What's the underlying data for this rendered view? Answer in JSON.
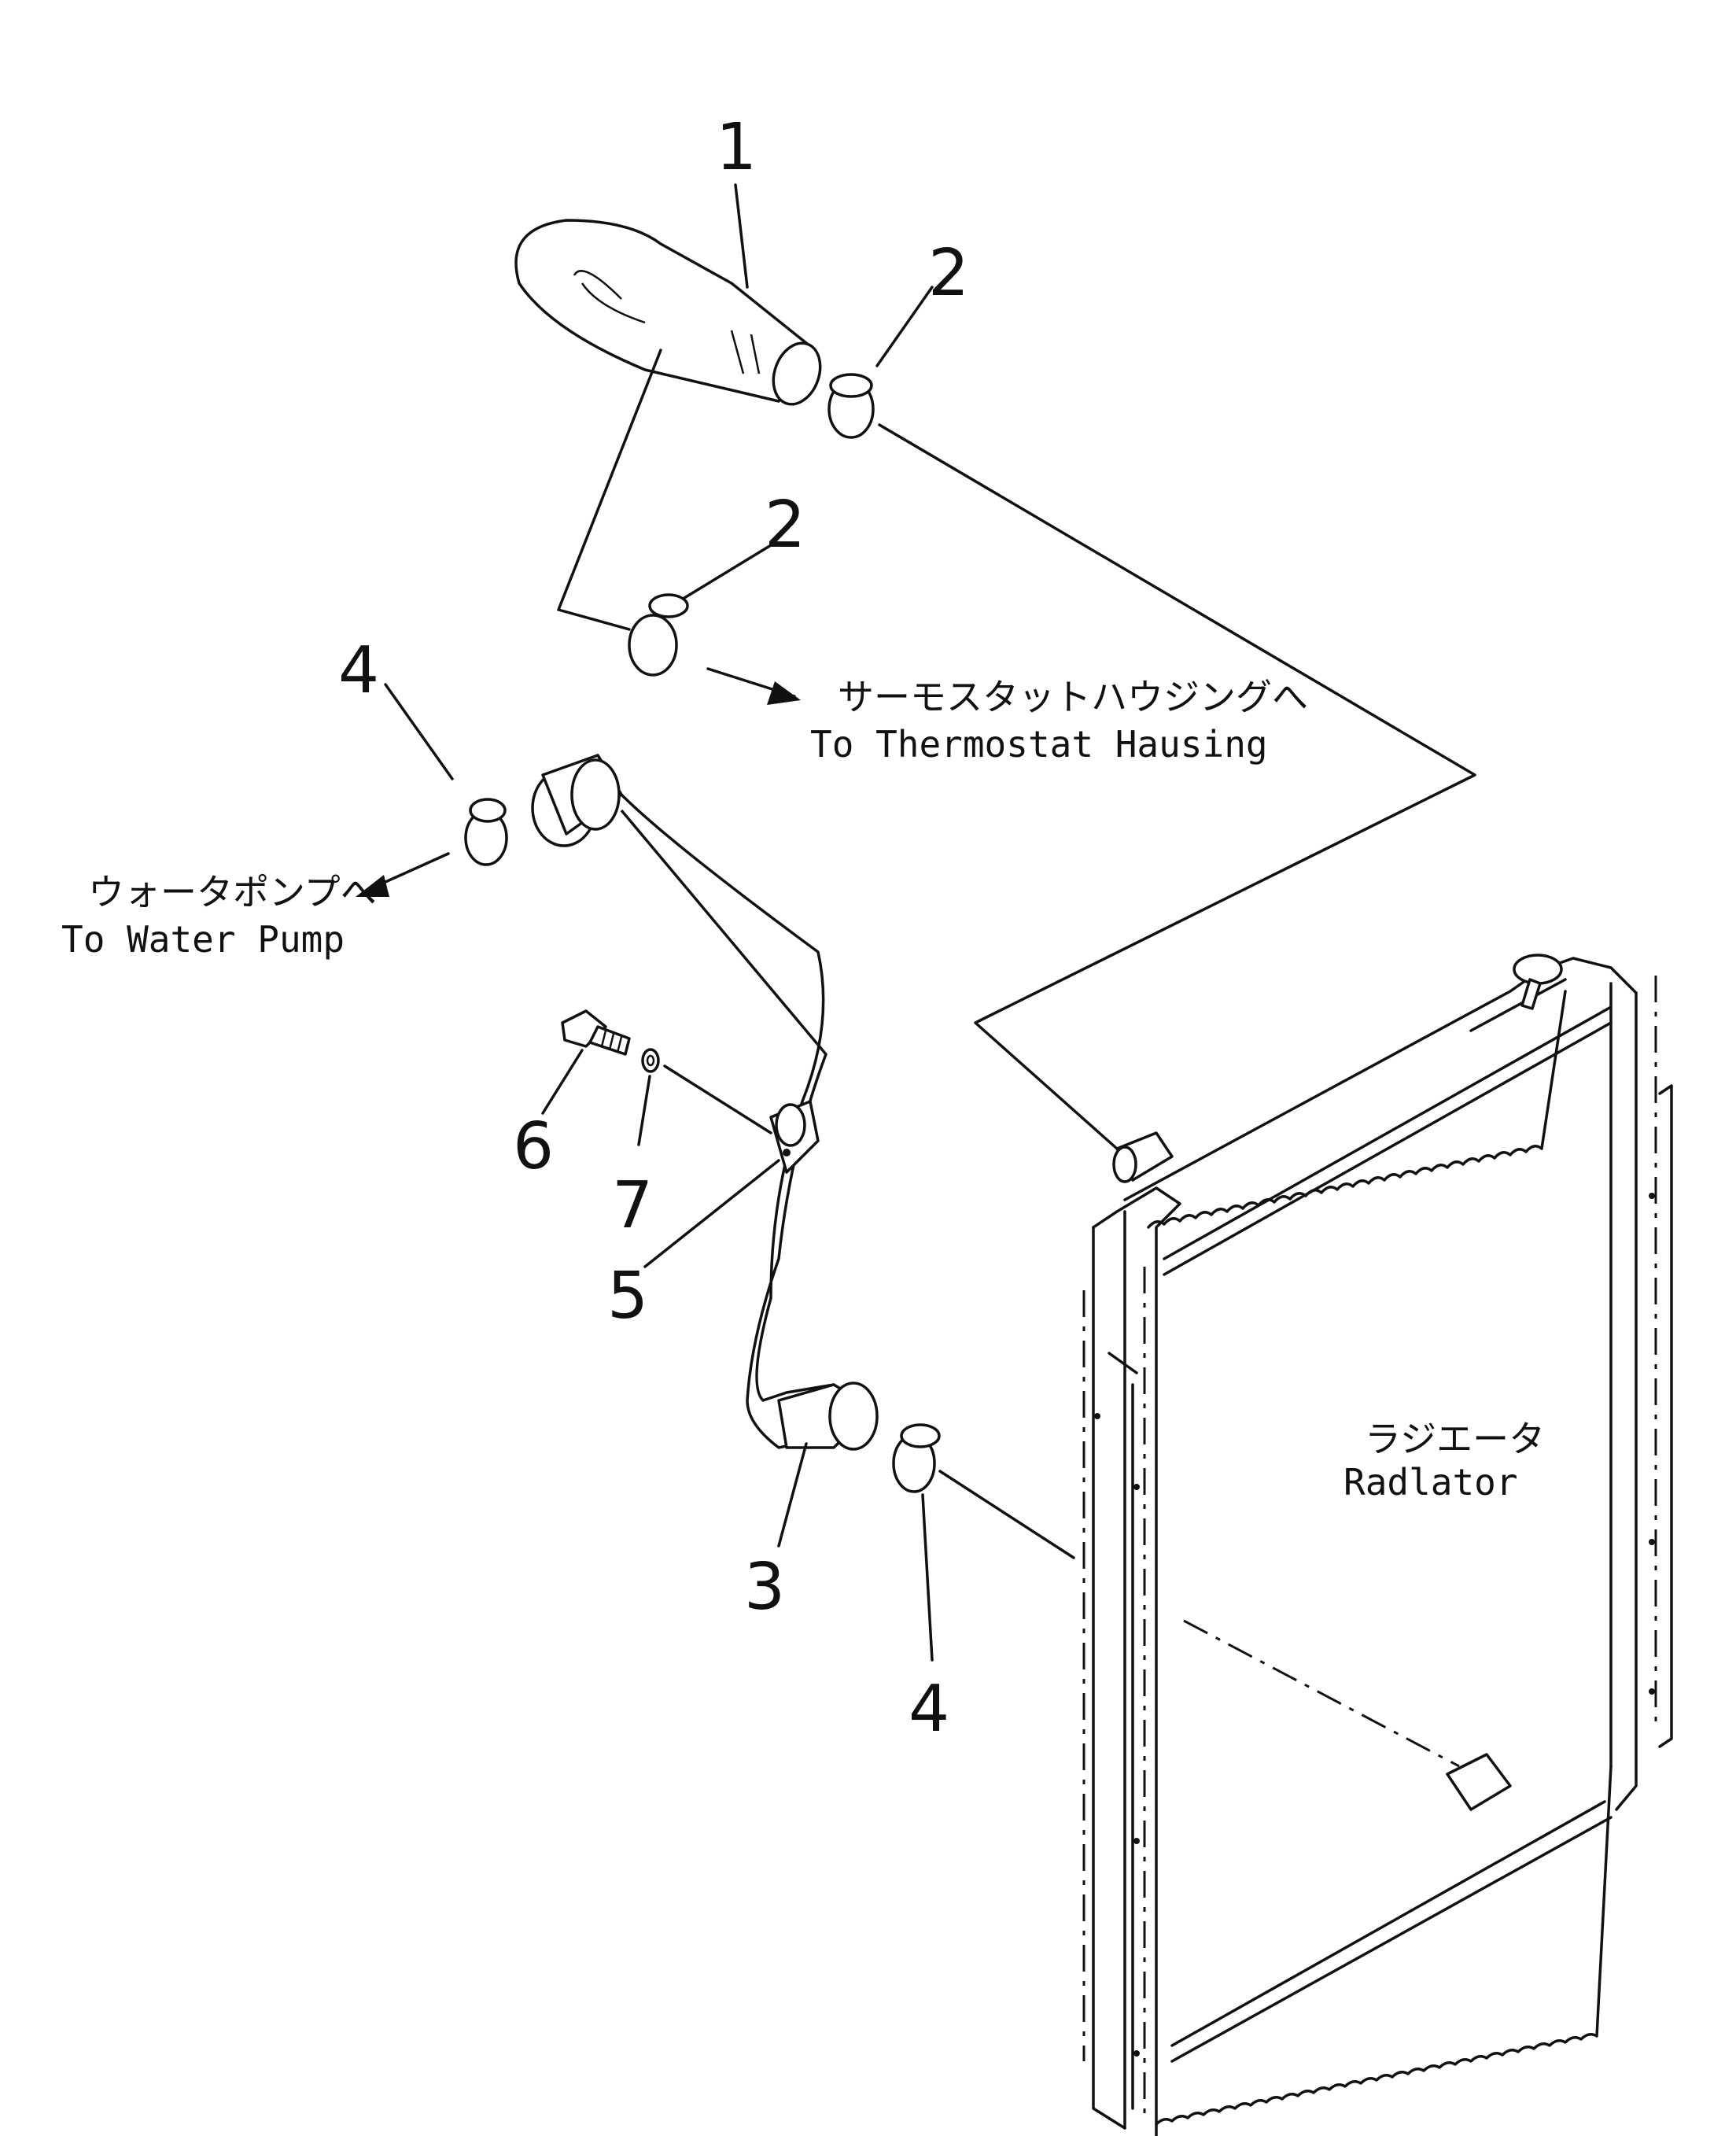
{
  "callouts": {
    "c1": "1",
    "c2a": "2",
    "c2b": "2",
    "c3": "3",
    "c4a": "4",
    "c4b": "4",
    "c5": "5",
    "c6": "6",
    "c7": "7"
  },
  "labels": {
    "thermostat_jp": "サーモスタットハウジングへ",
    "thermostat_en": "To Thermostat Hausing",
    "water_pump_jp": "ウォータポンプへ",
    "water_pump_en": "To Water Pump",
    "radiator_jp": "ラジエータ",
    "radiator_en": "Radlator"
  }
}
